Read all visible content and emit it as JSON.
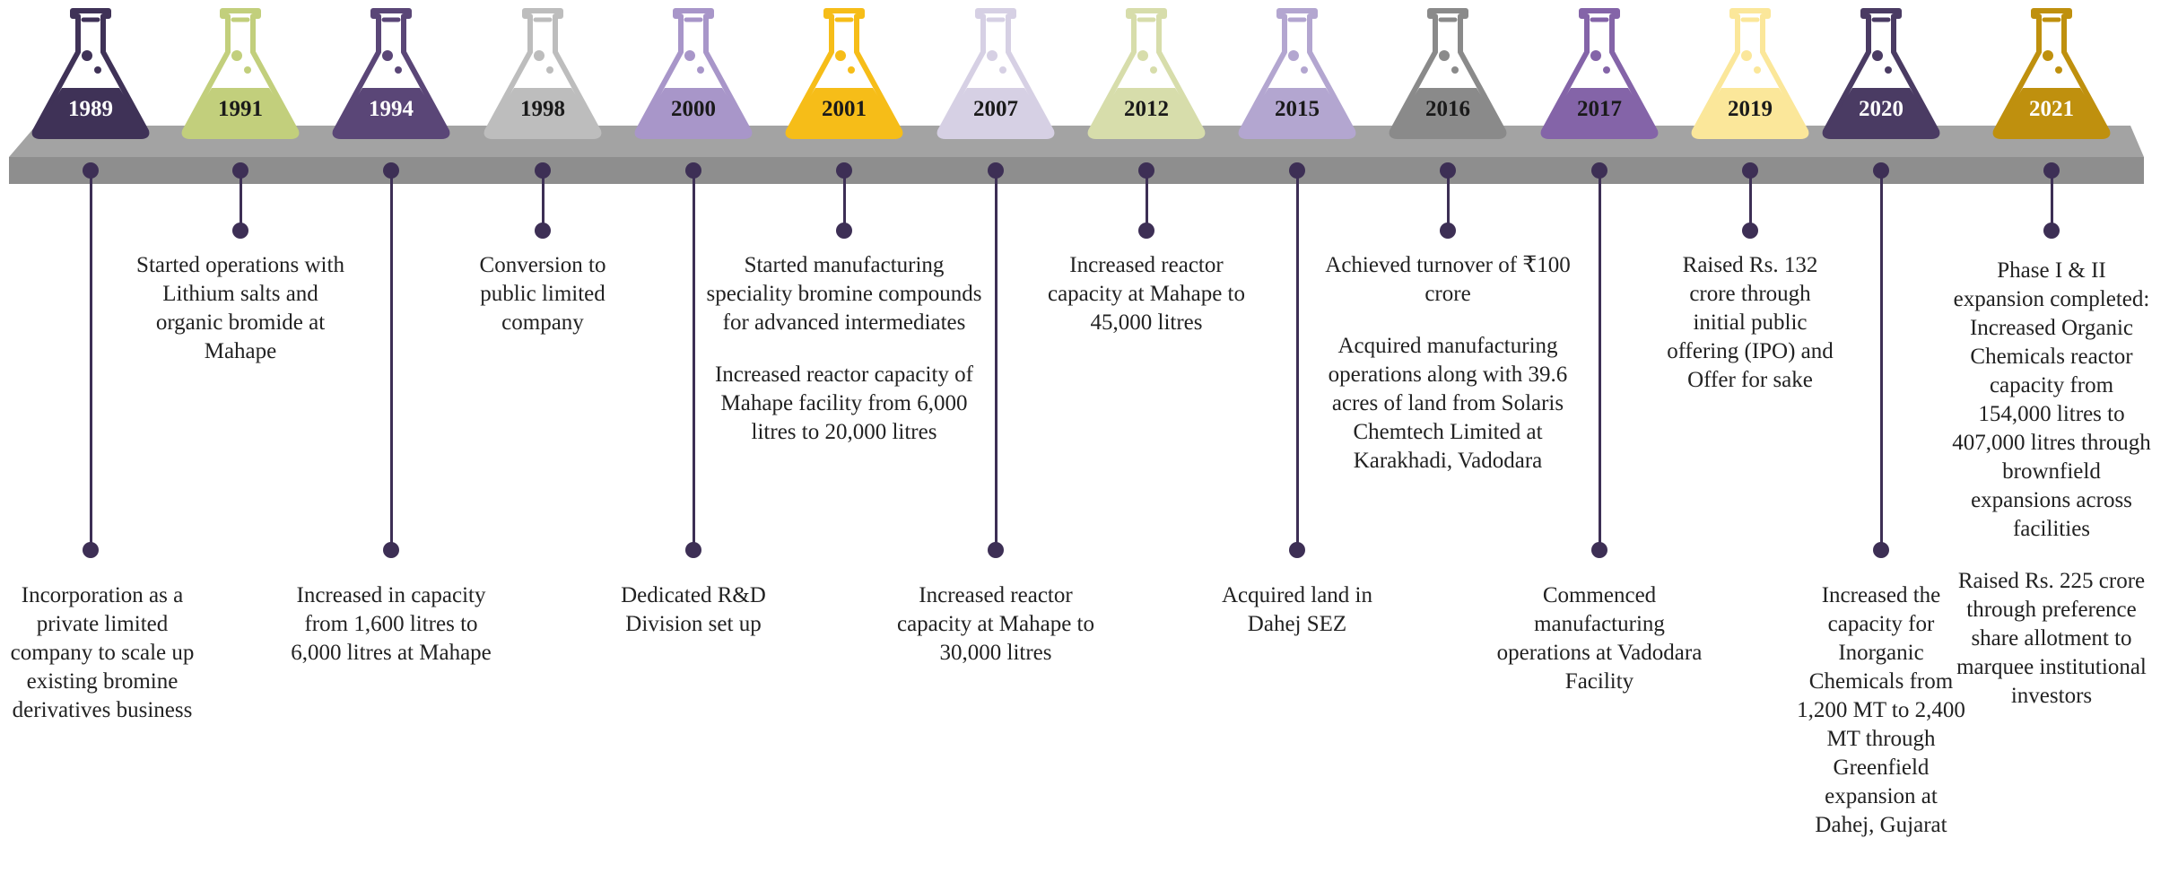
{
  "milestones": [
    {
      "year": "1989",
      "color": "#3f3257",
      "year_color": "light",
      "position": "low",
      "text": [
        "Incorporation as a private limited company to scale up existing bromine derivatives business"
      ]
    },
    {
      "year": "1991",
      "color": "#c2cf7c",
      "year_color": "dark",
      "position": "high",
      "text": [
        "Started operations with Lithium salts and organic bromide at Mahape"
      ]
    },
    {
      "year": "1994",
      "color": "#5a4677",
      "year_color": "light",
      "position": "low",
      "text": [
        "Increased in capacity from 1,600 litres to 6,000 litres at Mahape"
      ]
    },
    {
      "year": "1998",
      "color": "#bdbdbd",
      "year_color": "dark",
      "position": "high",
      "text": [
        "Conversion to public limited company"
      ]
    },
    {
      "year": "2000",
      "color": "#a896c9",
      "year_color": "dark",
      "position": "low",
      "text": [
        "Dedicated R&D Division set up"
      ]
    },
    {
      "year": "2001",
      "color": "#f6bd18",
      "year_color": "dark",
      "position": "high",
      "text": [
        "Started manufacturing speciality bromine compounds for advanced intermediates",
        "Increased reactor capacity of Mahape facility from 6,000 litres to 20,000 litres"
      ]
    },
    {
      "year": "2007",
      "color": "#d6d0e4",
      "year_color": "dark",
      "position": "low",
      "text": [
        "Increased reactor capacity at Mahape to 30,000 litres"
      ]
    },
    {
      "year": "2012",
      "color": "#d7ddab",
      "year_color": "dark",
      "position": "high",
      "text": [
        "Increased reactor capacity at Mahape to 45,000 litres"
      ]
    },
    {
      "year": "2015",
      "color": "#b3a6d0",
      "year_color": "dark",
      "position": "low",
      "text": [
        "Acquired land in Dahej SEZ"
      ]
    },
    {
      "year": "2016",
      "color": "#8a8a8a",
      "year_color": "dark",
      "position": "high",
      "text": [
        "Achieved turnover of ₹100 crore",
        "Acquired manufacturing operations along with 39.6 acres of land from Solaris Chemtech Limited at Karakhadi, Vadodara"
      ]
    },
    {
      "year": "2017",
      "color": "#8464a8",
      "year_color": "dark",
      "position": "low",
      "text": [
        "Commenced manufacturing operations at Vadodara Facility"
      ]
    },
    {
      "year": "2019",
      "color": "#fbe79a",
      "year_color": "dark",
      "position": "high",
      "text": [
        "Raised Rs. 132 crore through initial public offering (IPO) and Offer for sake"
      ]
    },
    {
      "year": "2020",
      "color": "#4a3b63",
      "year_color": "light",
      "position": "low",
      "text": [
        "Increased the capacity for Inorganic Chemicals from 1,200 MT to 2,400 MT through Greenfield expansion at Dahej, Gujarat"
      ]
    },
    {
      "year": "2021",
      "color": "#bf900e",
      "year_color": "light",
      "position": "high",
      "text": [
        "Phase I & II expansion completed: Increased Organic Chemicals reactor capacity from 154,000 litres to 407,000 litres through brownfield expansions across facilities",
        "Raised Rs. 225 crore through preference share allotment to marquee institutional investors"
      ]
    }
  ]
}
